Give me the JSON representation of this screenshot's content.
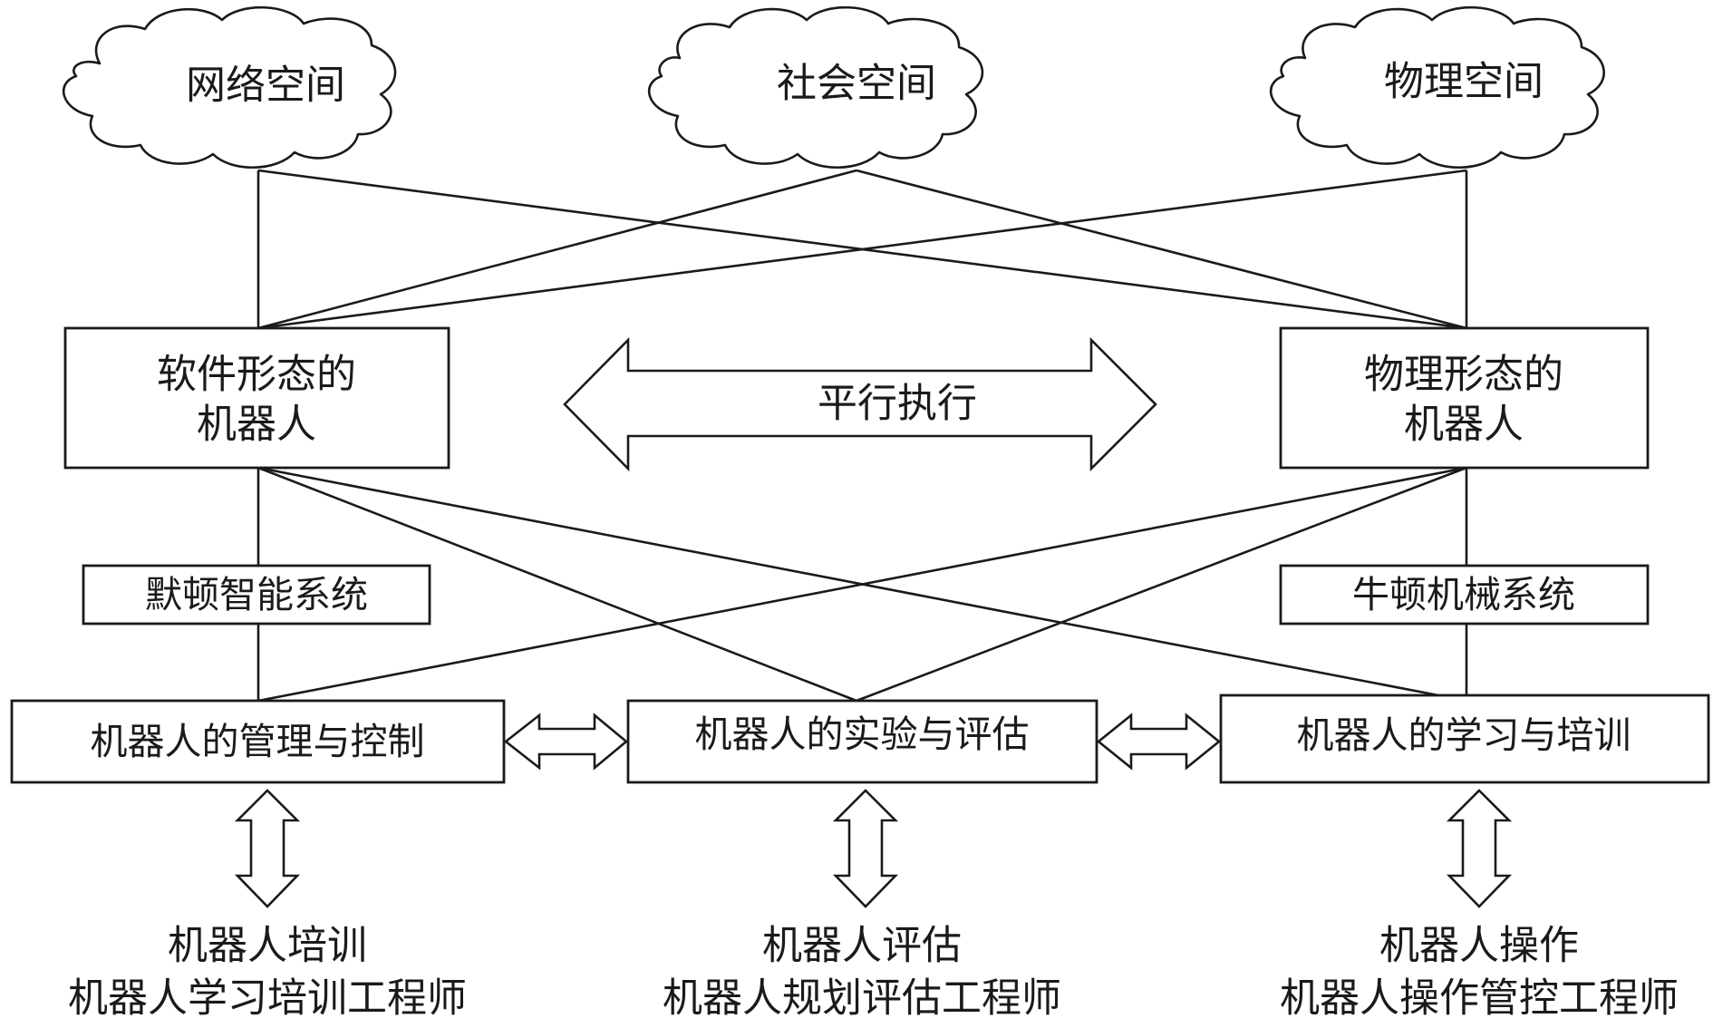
{
  "spaces": {
    "cyber": "网络空间",
    "social": "社会空间",
    "physical": "物理空间"
  },
  "robots": {
    "software": [
      "软件形态的",
      "机器人"
    ],
    "physical": [
      "物理形态的",
      "机器人"
    ]
  },
  "parallel_label": "平行执行",
  "systems": {
    "merton": "默顿智能系统",
    "newton": "牛顿机械系统"
  },
  "functions": {
    "management": "机器人的管理与控制",
    "experiment": "机器人的实验与评估",
    "learning": "机器人的学习与培训"
  },
  "roles": {
    "training": [
      "机器人培训",
      "机器人学习培训工程师"
    ],
    "evaluation": [
      "机器人评估",
      "机器人规划评估工程师"
    ],
    "operation": [
      "机器人操作",
      "机器人操作管控工程师"
    ]
  }
}
